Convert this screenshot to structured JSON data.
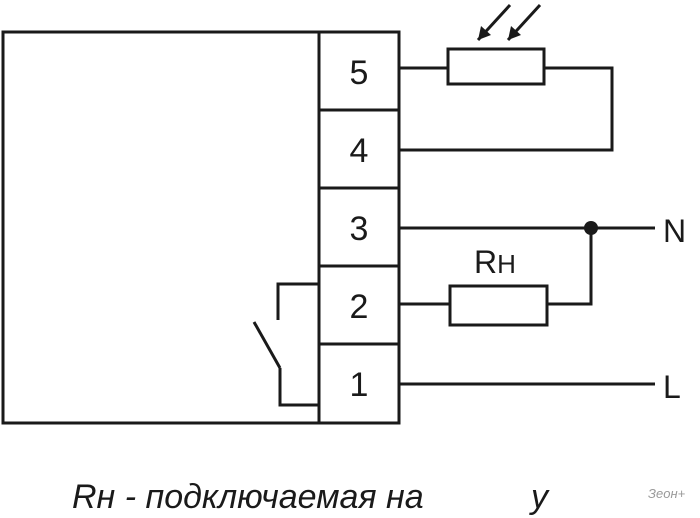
{
  "terminals": [
    {
      "id": "t5",
      "label": "5"
    },
    {
      "id": "t4",
      "label": "4"
    },
    {
      "id": "t3",
      "label": "3"
    },
    {
      "id": "t2",
      "label": "2"
    },
    {
      "id": "t1",
      "label": "1"
    }
  ],
  "labels": {
    "neutral": "N",
    "line": "L",
    "resistor_main": "R",
    "resistor_sub": "H"
  },
  "caption": {
    "text": "Rн - подключаемая на",
    "tail": "у"
  },
  "watermark": {
    "text": "Зеон+"
  },
  "colors": {
    "ink": "#1a1a1a",
    "background": "#ffffff"
  }
}
